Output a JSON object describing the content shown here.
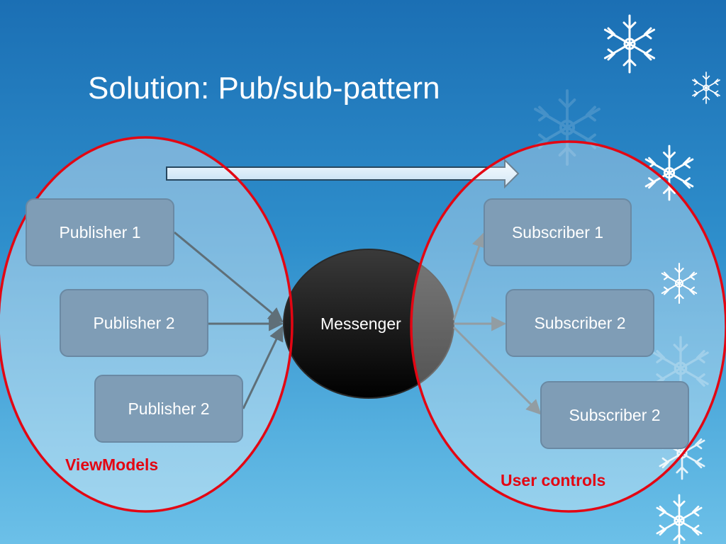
{
  "slide": {
    "title": "Solution: Pub/sub-pattern"
  },
  "diagram": {
    "publishers": [
      {
        "label": "Publisher 1"
      },
      {
        "label": "Publisher 2"
      },
      {
        "label": "Publisher 2"
      }
    ],
    "subscribers": [
      {
        "label": "Subscriber 1"
      },
      {
        "label": "Subscriber 2"
      },
      {
        "label": "Subscriber 2"
      }
    ],
    "hub": {
      "label": "Messenger"
    },
    "groups": {
      "left_label": "ViewModels",
      "right_label": "User controls"
    }
  },
  "colors": {
    "background_top": "#1b6fb4",
    "background_bottom": "#6cc0e8",
    "box_fill": "#7f9db6",
    "ellipse_stroke": "#e30613",
    "group_label": "#e30613",
    "arrow": "#5f6f78",
    "hub_fill": "#111111"
  },
  "icons": [
    "snowflake-icon"
  ]
}
